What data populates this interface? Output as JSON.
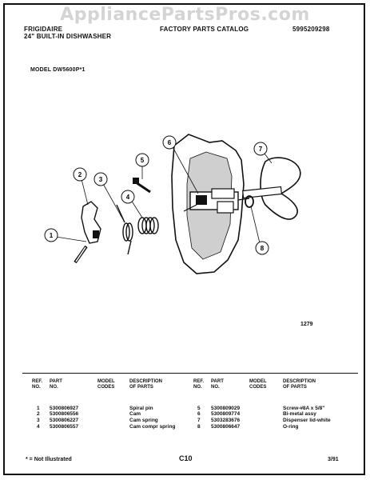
{
  "watermark": "AppliancePartsPros.com",
  "header": {
    "brand": "FRIGIDAIRE",
    "subtitle": "24\" BUILT-IN DISHWASHER",
    "catalog": "FACTORY PARTS CATALOG",
    "catalog_no": "5995209298",
    "model": "MODEL DW5600P*1"
  },
  "diagram": {
    "callouts": [
      "1",
      "2",
      "3",
      "4",
      "5",
      "6",
      "7",
      "8"
    ],
    "figure_code": "1279"
  },
  "table": {
    "headers": {
      "ref_no": [
        "REF.",
        "NO."
      ],
      "part_no": [
        "PART",
        "NO."
      ],
      "model_codes": [
        "MODEL",
        "CODES"
      ],
      "description": [
        "DESCRIPTION",
        "OF PARTS"
      ]
    },
    "left": [
      {
        "ref": "1",
        "part": "5300806927",
        "desc": "Spiral pin"
      },
      {
        "ref": "2",
        "part": "5300806556",
        "desc": "Cam"
      },
      {
        "ref": "3",
        "part": "5300806227",
        "desc": "Cam spring"
      },
      {
        "ref": "4",
        "part": "5300806557",
        "desc": "Cam compr spring"
      }
    ],
    "right": [
      {
        "ref": "5",
        "part": "5300809029",
        "desc": "Screw-#8A x 5/8\""
      },
      {
        "ref": "6",
        "part": "5300809774",
        "desc": "Bi-metal assy"
      },
      {
        "ref": "7",
        "part": "5303283676",
        "desc": "Dispenser lid-white"
      },
      {
        "ref": "8",
        "part": "5300806647",
        "desc": "O-ring"
      }
    ]
  },
  "footer": {
    "note": "* = Not Illustrated",
    "page": "C10",
    "date": "3/91"
  }
}
